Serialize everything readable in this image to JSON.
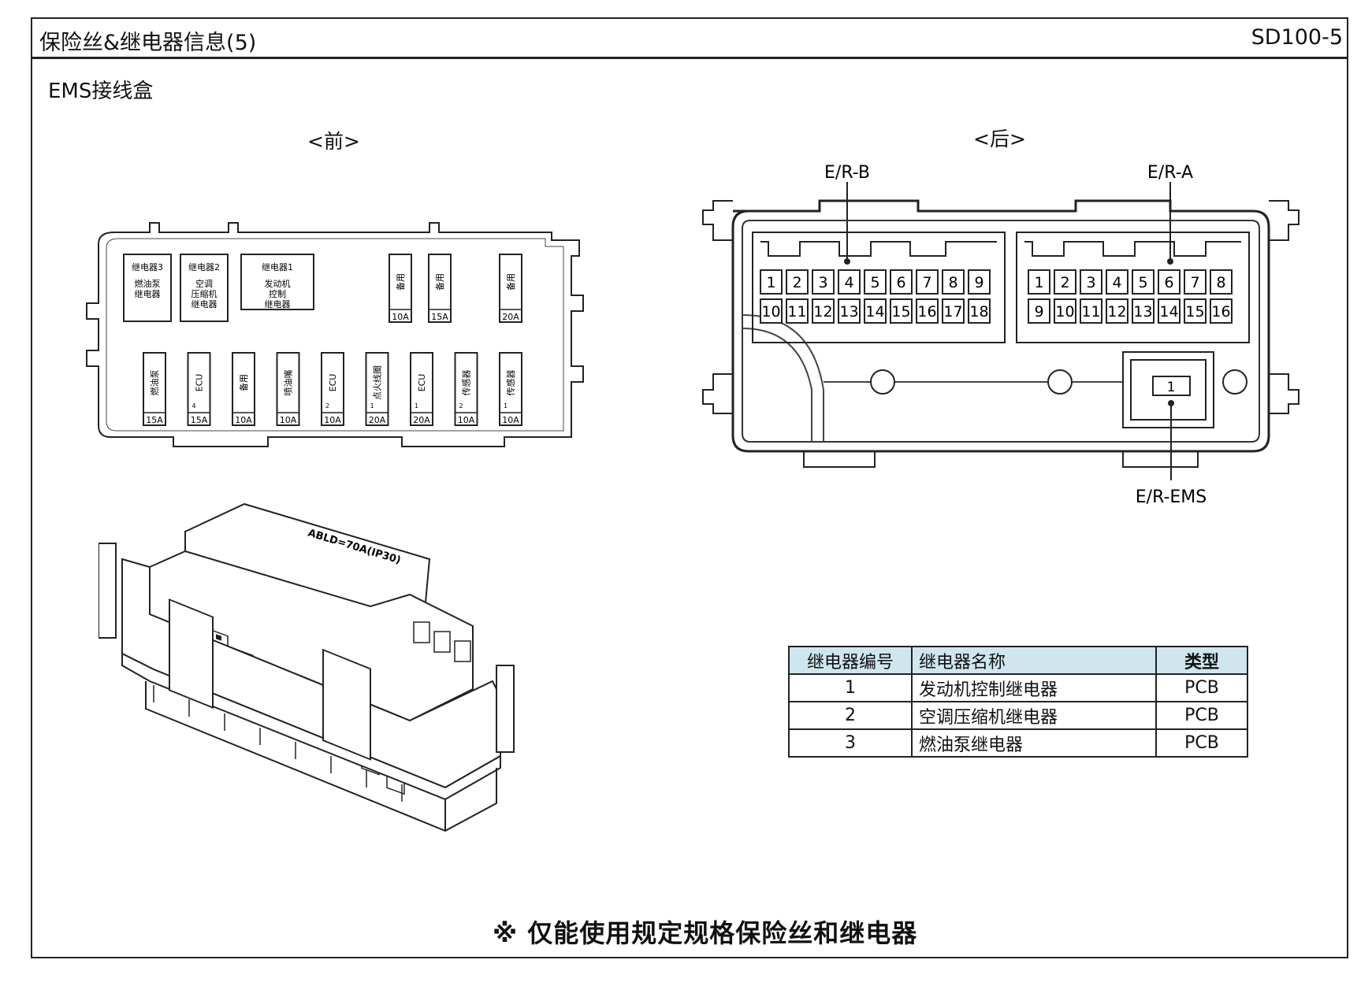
{
  "header": {
    "title": "保险丝&继电器信息(5)",
    "code": "SD100-5"
  },
  "section_title": "EMS接线盒",
  "front": {
    "label": "<前>",
    "top_blocks": [
      {
        "lines": [
          "继电器3",
          "燃油泵",
          "继电器"
        ]
      },
      {
        "lines": [
          "继电器2",
          "空调",
          "压缩机",
          "继电器"
        ]
      },
      {
        "lines": [
          "继电器1",
          "发动机",
          "控制",
          "继电器"
        ]
      }
    ],
    "top_fuses": [
      {
        "label": "备用",
        "rating": "10A"
      },
      {
        "label": "备用",
        "rating": "15A"
      },
      {
        "label": "备用",
        "rating": "20A"
      }
    ],
    "bottom_fuses": [
      {
        "label": "燃油泵",
        "rating": "15A",
        "index": ""
      },
      {
        "label": "ECU",
        "rating": "15A",
        "index": "4"
      },
      {
        "label": "备用",
        "rating": "10A",
        "index": ""
      },
      {
        "label": "喷油嘴",
        "rating": "10A",
        "index": ""
      },
      {
        "label": "ECU",
        "rating": "10A",
        "index": "2"
      },
      {
        "label": "点火线圈",
        "rating": "20A",
        "index": "1"
      },
      {
        "label": "ECU",
        "rating": "20A",
        "index": "1"
      },
      {
        "label": "传感器",
        "rating": "10A",
        "index": "2"
      },
      {
        "label": "传感器",
        "rating": "10A",
        "index": "1"
      }
    ]
  },
  "rear": {
    "label": "<后>",
    "connector_b": {
      "name": "E/R-B",
      "row1": [
        "1",
        "2",
        "3",
        "4",
        "5",
        "6",
        "7",
        "8",
        "9"
      ],
      "row2": [
        "10",
        "11",
        "12",
        "13",
        "14",
        "15",
        "16",
        "17",
        "18"
      ]
    },
    "connector_a": {
      "name": "E/R-A",
      "row1": [
        "1",
        "2",
        "3",
        "4",
        "5",
        "6",
        "7",
        "8"
      ],
      "row2": [
        "9",
        "10",
        "11",
        "12",
        "13",
        "14",
        "15",
        "16"
      ]
    },
    "connector_ems": {
      "name": "E/R-EMS",
      "pin": "1"
    }
  },
  "box_3d_label": "ABLD=70A(IP30)",
  "relay_table": {
    "headers": [
      "继电器编号",
      "继电器名称",
      "类型"
    ],
    "rows": [
      [
        "1",
        "发动机控制继电器",
        "PCB"
      ],
      [
        "2",
        "空调压缩机继电器",
        "PCB"
      ],
      [
        "3",
        "燃油泵继电器",
        "PCB"
      ]
    ]
  },
  "notice": "※ 仅能使用规定规格保险丝和继电器"
}
